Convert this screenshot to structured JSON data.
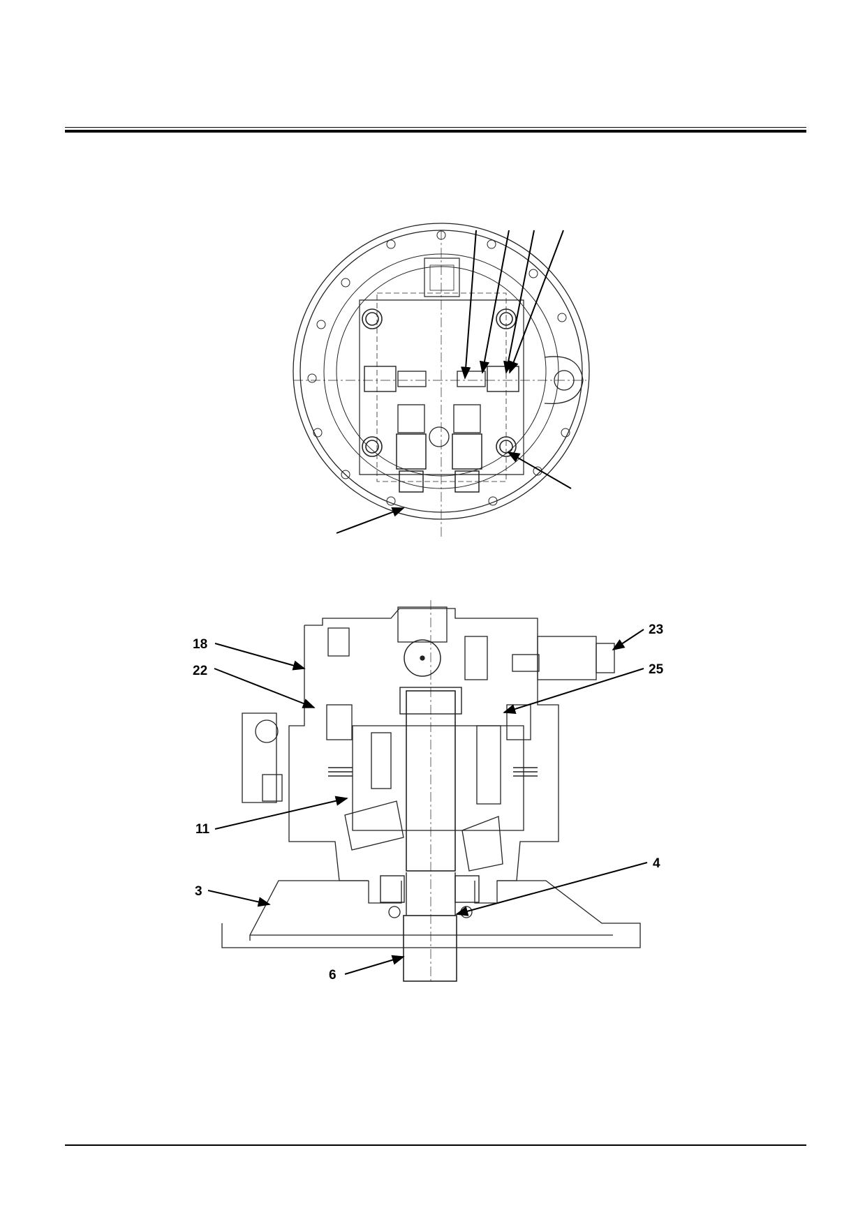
{
  "callouts": {
    "c18": "18",
    "c22": "22",
    "c11": "11",
    "c3": "3",
    "c6": "6",
    "c23": "23",
    "c25": "25",
    "c4": "4"
  }
}
